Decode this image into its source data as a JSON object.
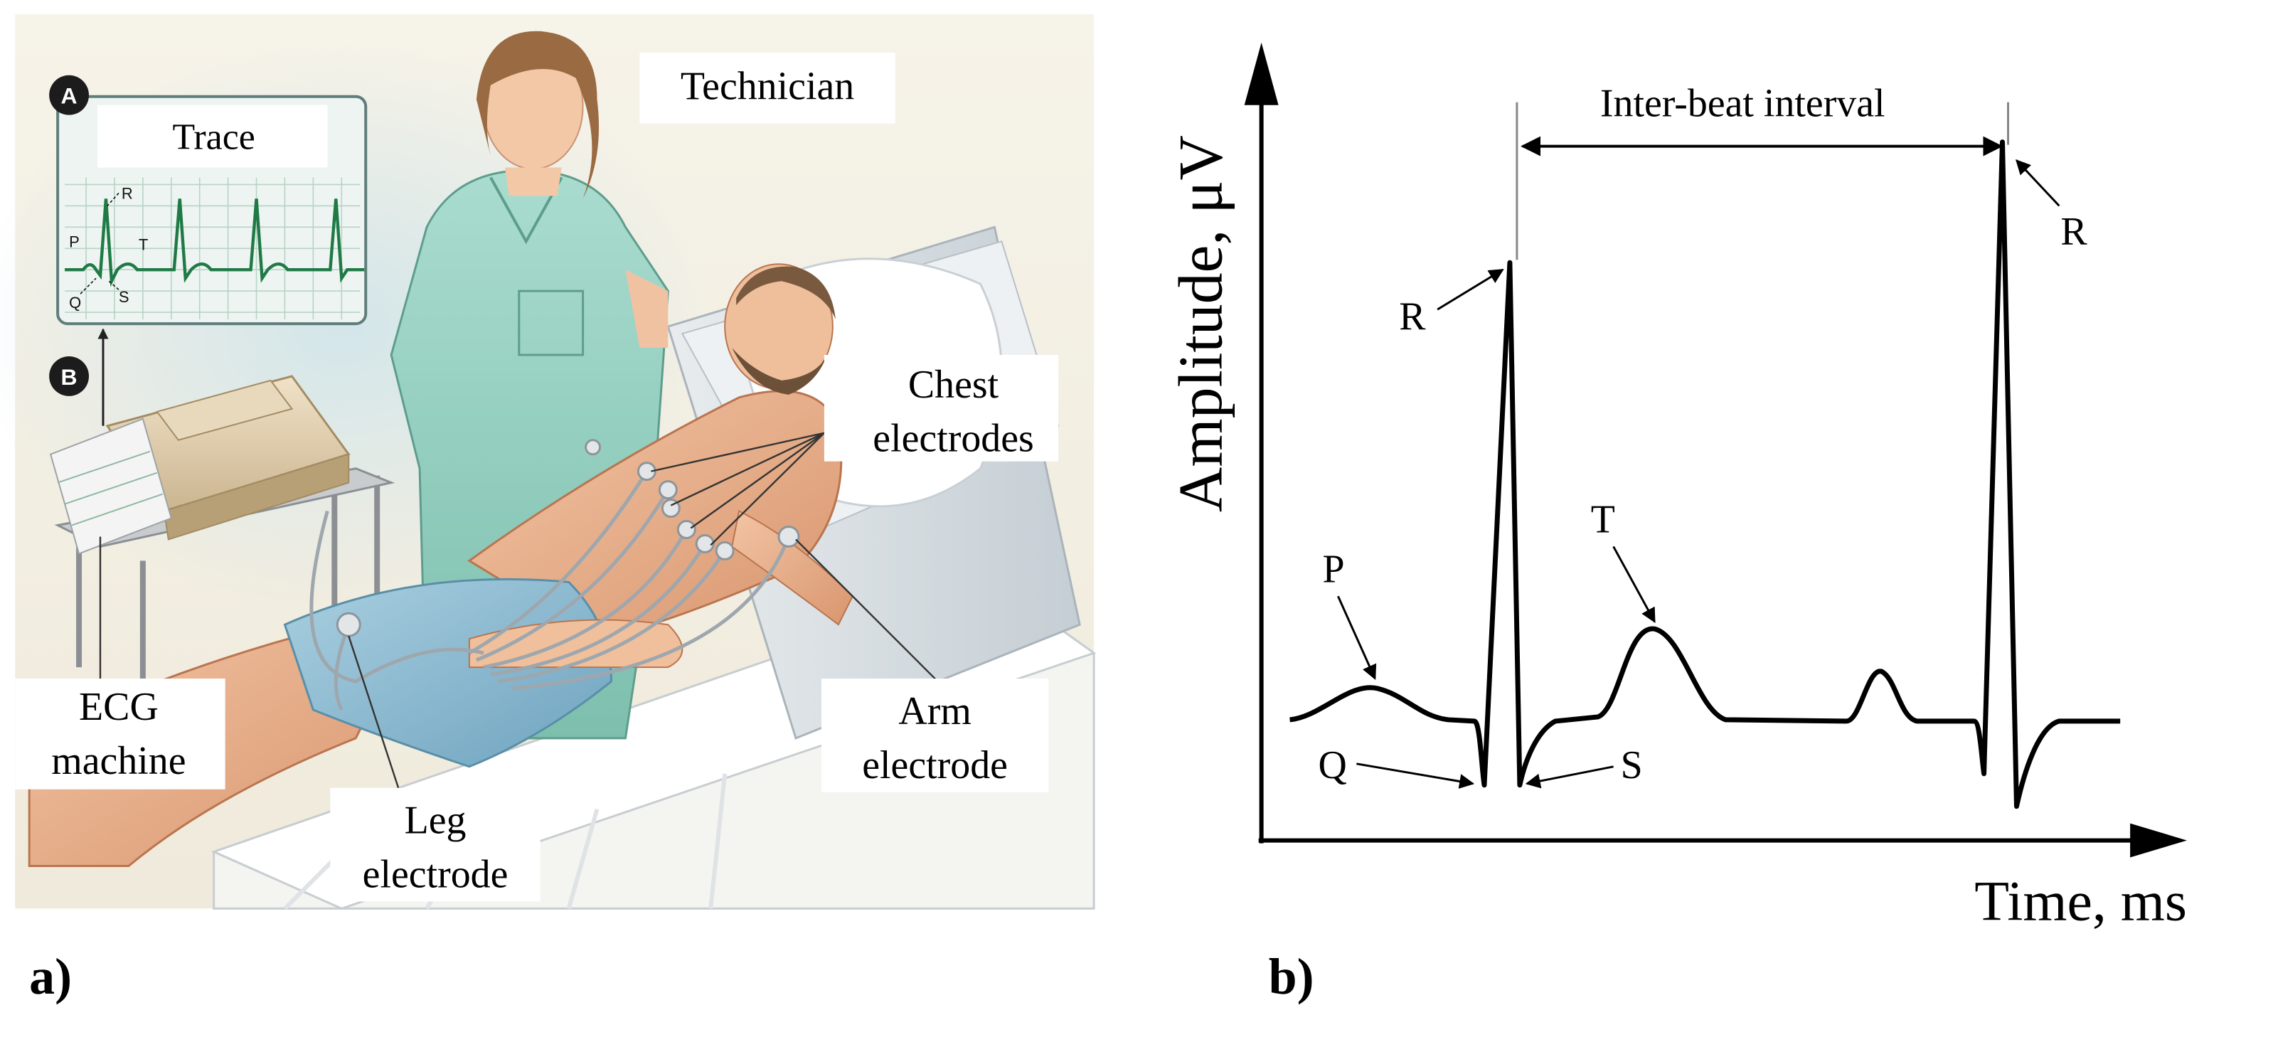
{
  "panel_a": {
    "label": "a)",
    "trace_box": {
      "title": "Trace",
      "wave_labels": [
        "P",
        "R",
        "T",
        "Q",
        "S"
      ]
    },
    "badges": [
      "A",
      "B"
    ],
    "callouts": {
      "technician": "Technician",
      "chest_line1": "Chest",
      "chest_line2": "electrodes",
      "ecg_line1": "ECG",
      "ecg_line2": "machine",
      "leg_line1": "Leg",
      "leg_line2": "electrode",
      "arm_line1": "Arm",
      "arm_line2": "electrode"
    }
  },
  "panel_b": {
    "label": "b)",
    "y_axis_label": "Amplitude, μV",
    "x_axis_label": "Time, ms",
    "interval_label": "Inter-beat interval",
    "wave_labels": {
      "p": "P",
      "q": "Q",
      "r1": "R",
      "s": "S",
      "t": "T",
      "r2": "R"
    }
  }
}
